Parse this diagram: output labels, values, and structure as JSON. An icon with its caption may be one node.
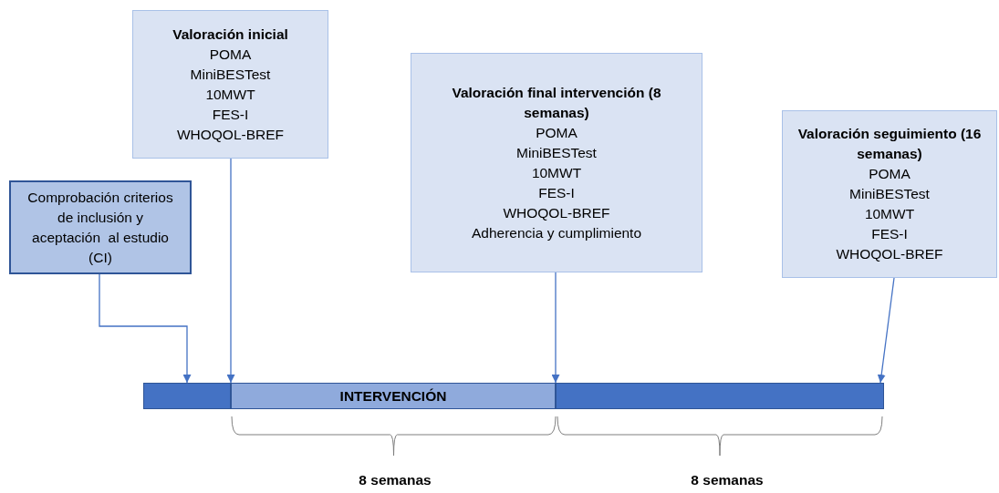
{
  "diagram": {
    "nodes": [
      {
        "text": [
          "Comprobación criterios de inclusión y aceptación  al estudio (CI)"
        ]
      },
      {
        "text": [
          "Valoración inicial",
          "POMA",
          "MiniBESTest",
          "10MWT",
          "FES-I",
          "WHOQOL-BREF"
        ]
      },
      {
        "text": [
          "Valoración final intervención (8 semanas)",
          "POMA",
          "MiniBESTest",
          "10MWT",
          "FES-I",
          "WHOQOL-BREF",
          "Adherencia y cumplimiento"
        ]
      },
      {
        "text": [
          "Valoración seguimiento (16 semanas)",
          "POMA",
          "MiniBESTest",
          "10MWT",
          "FES-I",
          "WHOQOL-BREF"
        ]
      },
      {
        "text": [],
        "shape": "bar"
      },
      {
        "text": [
          "INTERVENCIÓN"
        ]
      },
      {
        "text": [],
        "shape": "bar"
      }
    ],
    "edges": [
      {
        "from": 0,
        "to": 4,
        "arrow": "to"
      },
      {
        "from": 1,
        "to": 5,
        "arrow": "to"
      },
      {
        "from": 2,
        "to": 6,
        "arrow": "to"
      },
      {
        "from": 3,
        "to": 6,
        "arrow": "to"
      }
    ],
    "labels": [
      "8 semanas",
      "8 semanas"
    ]
  }
}
